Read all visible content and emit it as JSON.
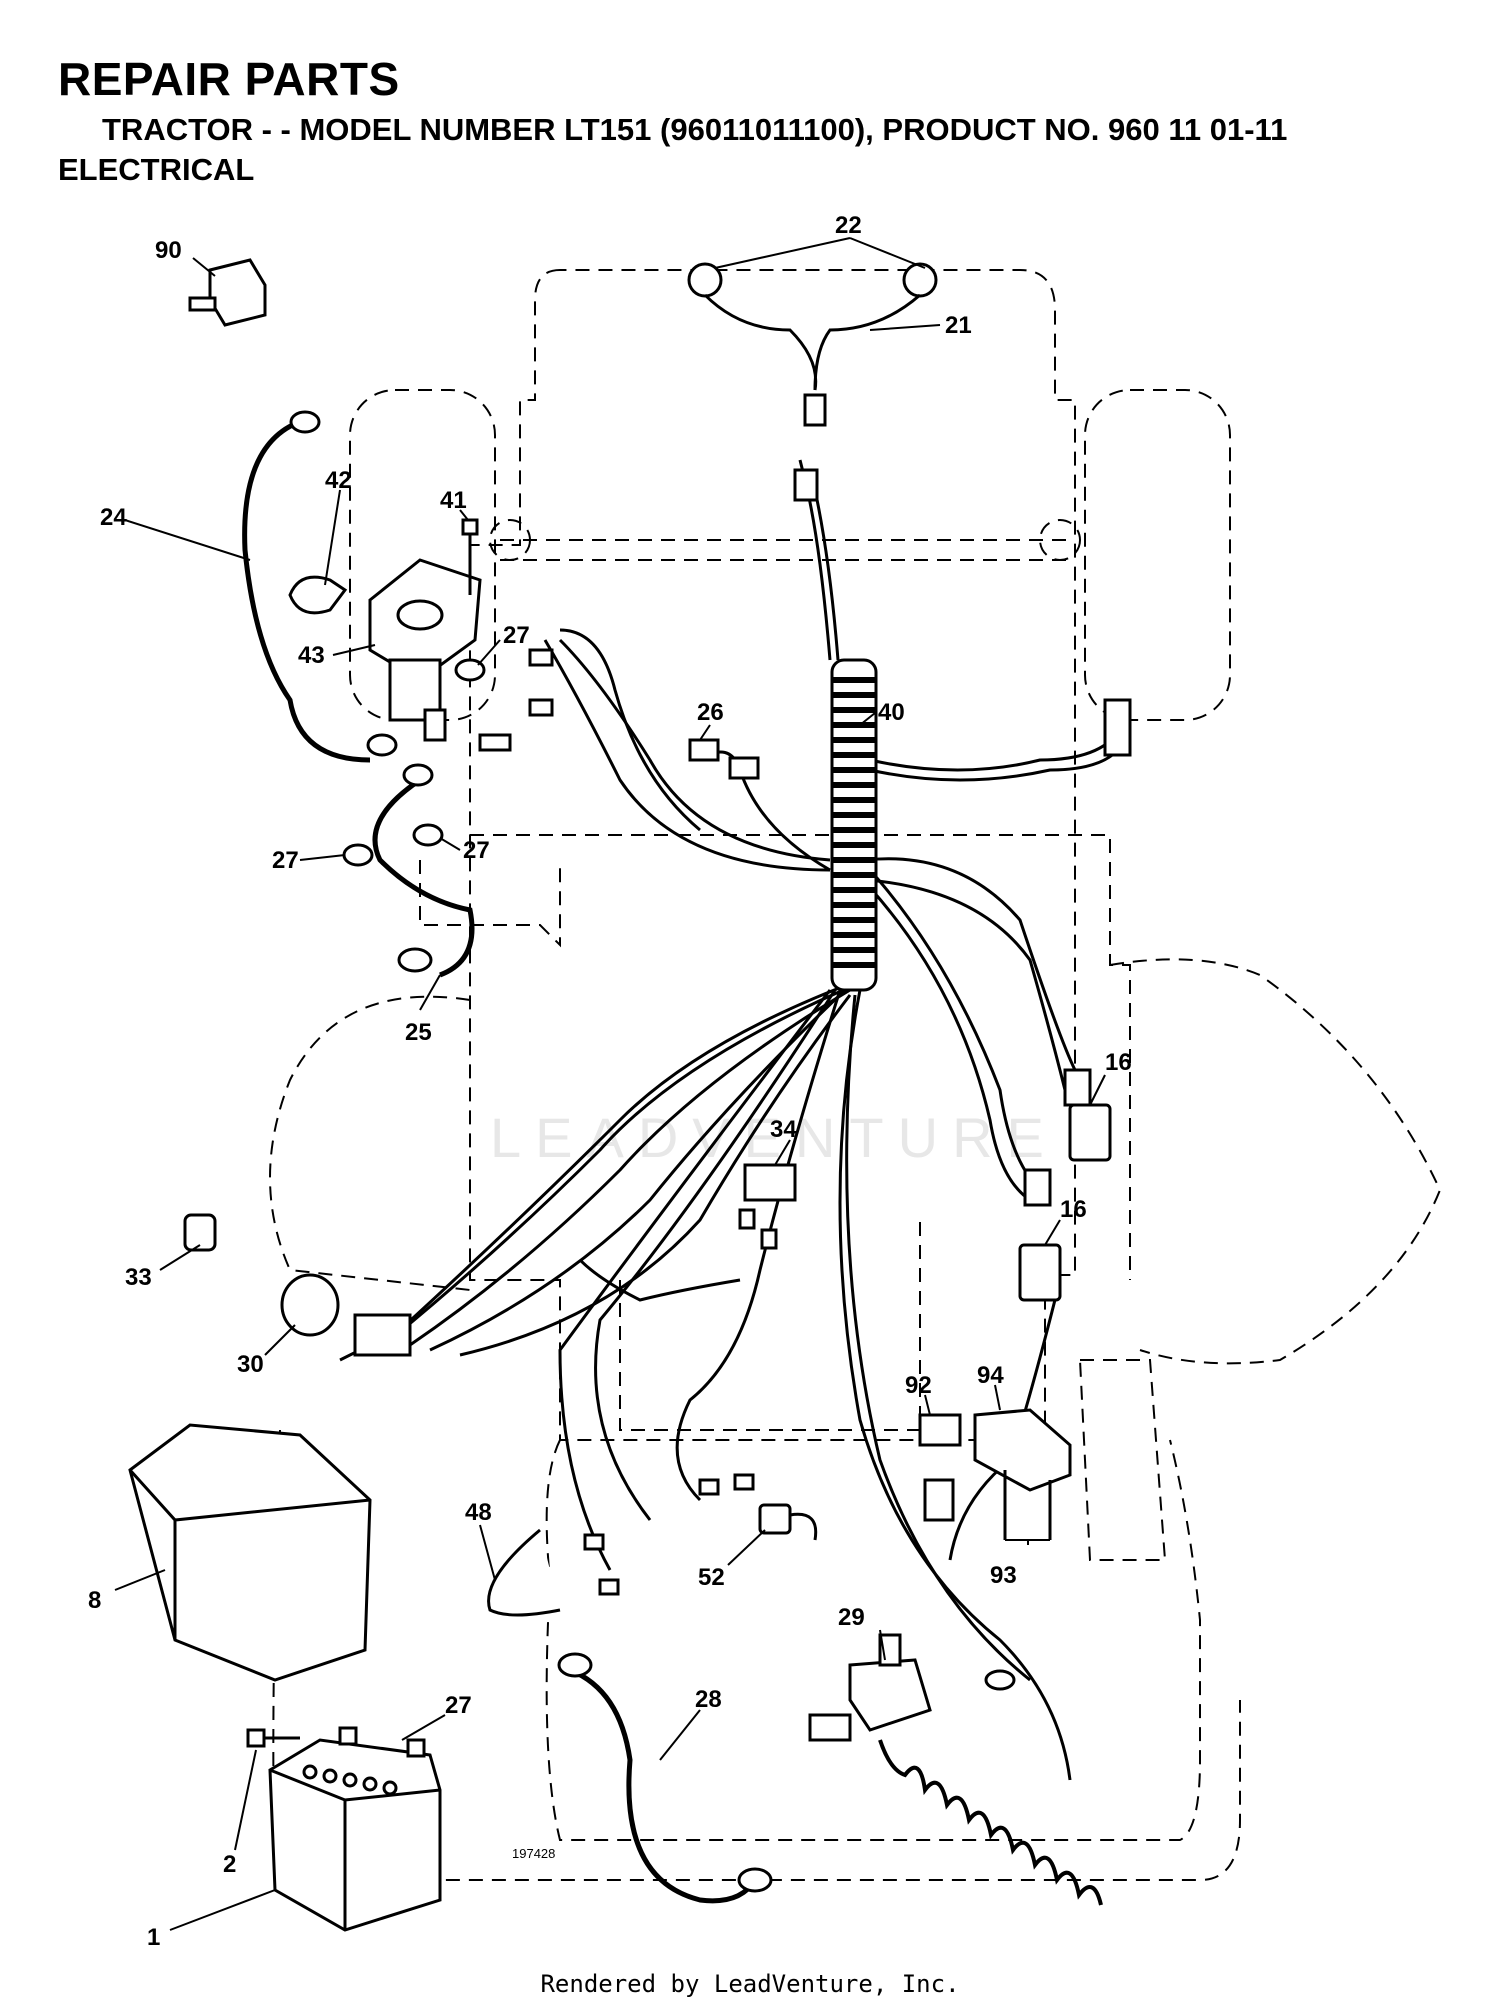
{
  "header": {
    "title": "REPAIR PARTS",
    "model_line": "TRACTOR - - MODEL NUMBER  LT151 (96011011100), PRODUCT NO. 960 11 01-11",
    "section": "ELECTRICAL"
  },
  "drawing_number": "197428",
  "watermark": "LEADVENTURE",
  "footer": "Rendered by LeadVenture, Inc.",
  "callouts": [
    "90",
    "22",
    "21",
    "24",
    "42",
    "41",
    "43",
    "27",
    "26",
    "40",
    "27",
    "27",
    "25",
    "16",
    "34",
    "16",
    "33",
    "30",
    "92",
    "94",
    "48",
    "8",
    "52",
    "93",
    "29",
    "27",
    "28",
    "2",
    "1"
  ]
}
